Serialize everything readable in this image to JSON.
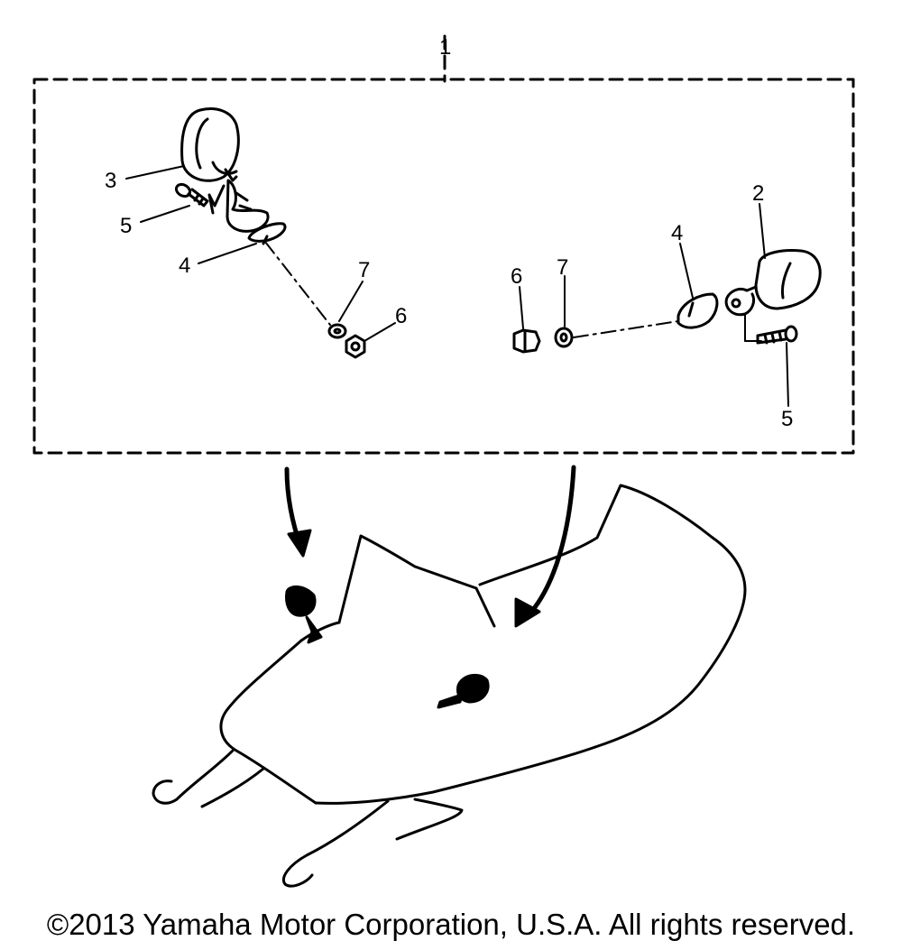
{
  "callouts": {
    "group_ref": "1",
    "left_mirror_ref": "3",
    "right_mirror_ref": "2",
    "left_bolt_ref": "5",
    "right_bolt_ref": "5",
    "left_bracket_ref": "4",
    "right_bracket_ref": "4",
    "left_washer_ref": "7",
    "right_washer_ref": "7",
    "left_nut_ref": "6",
    "right_nut_ref": "6"
  },
  "copyright": "©2013 Yamaha Motor Corporation, U.S.A. All rights reserved."
}
